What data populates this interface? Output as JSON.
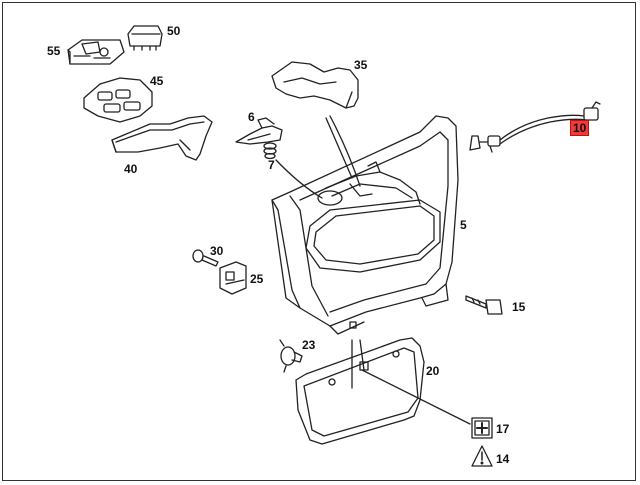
{
  "parts": {
    "p5": "5",
    "p6": "6",
    "p7": "7",
    "p10": "10",
    "p14": "14",
    "p15": "15",
    "p17": "17",
    "p20": "20",
    "p23": "23",
    "p25": "25",
    "p30": "30",
    "p35": "35",
    "p40": "40",
    "p45": "45",
    "p50": "50",
    "p55": "55"
  },
  "highlight": {
    "part": "10",
    "color": "#ef3b3b"
  }
}
